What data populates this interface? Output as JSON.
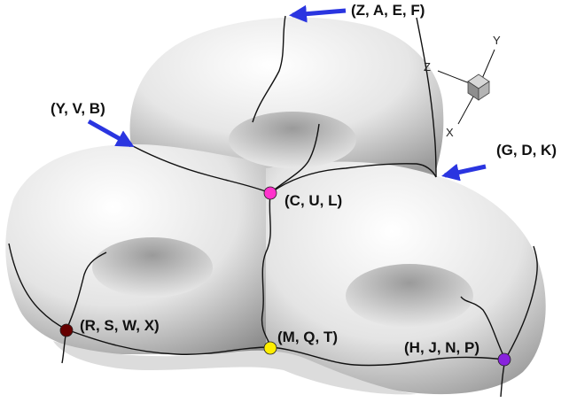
{
  "colors": {
    "surface_light": "#f4f4f4",
    "surface_dark": "#8a8a8a",
    "seam": "#111111",
    "arrow": "#2a35e0",
    "axis_cube": "#b0b0b0"
  },
  "labels": {
    "zaef": "(Z, A, E, F)",
    "yvb": "(Y, V, B)",
    "gdk": "(G, D, K)",
    "cul": "(C, U, L)",
    "rswx": "(R, S, W, X)",
    "mqt": "(M, Q, T)",
    "hjnp": "(H, J, N, P)"
  },
  "axes": {
    "x": "X",
    "y": "Y",
    "z": "Z"
  },
  "points": [
    {
      "id": "cul",
      "color": "#ff33cc"
    },
    {
      "id": "rswx",
      "color": "#660000"
    },
    {
      "id": "mqt",
      "color": "#ffee00"
    },
    {
      "id": "hjnp",
      "color": "#8822dd"
    }
  ]
}
